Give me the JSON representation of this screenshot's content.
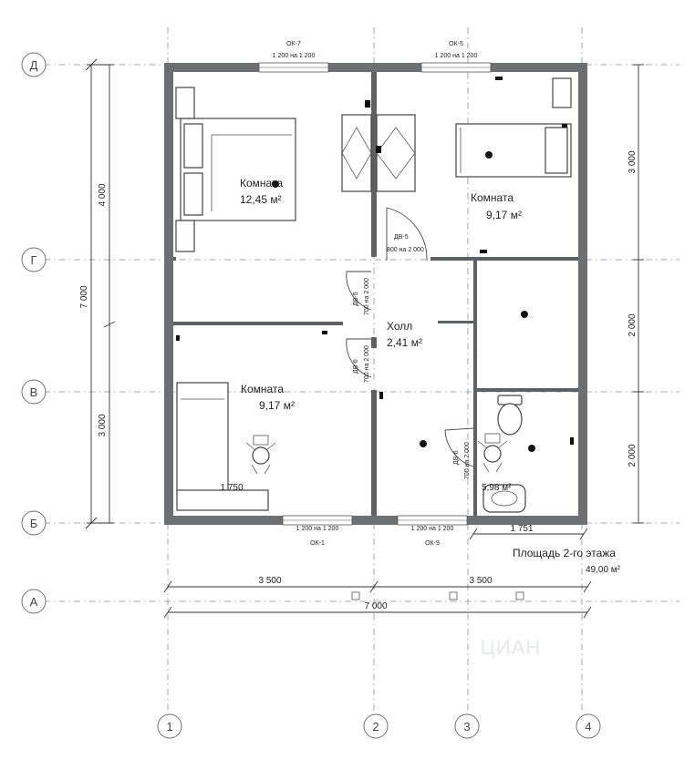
{
  "axes": {
    "letters": [
      "Д",
      "Г",
      "В",
      "Б",
      "А"
    ],
    "numbers": [
      "1",
      "2",
      "3",
      "4"
    ]
  },
  "rooms": [
    {
      "name": "Комната",
      "area": "12,45 м²"
    },
    {
      "name": "Комната",
      "area": "9,17 м²"
    },
    {
      "name": "Холл",
      "area": "2,41 м²"
    },
    {
      "name": "Комната",
      "area": "9,17 м²"
    },
    {
      "name": "",
      "area": "5,98 м²"
    }
  ],
  "windows": {
    "top_left": {
      "mark": "ОК-7",
      "size": "1 200 на 1 200"
    },
    "top_right": {
      "mark": "ОК-5",
      "size": "1 200 на 1 200"
    },
    "bottom_left": {
      "mark": "ОК-1",
      "size": "1 200 на 1 200"
    },
    "bottom_right": {
      "mark": "ОК-9",
      "size": "1 200 на 1 200"
    }
  },
  "doors": {
    "dv5_top": {
      "mark": "ДВ-5",
      "size": "800 на 2 000"
    },
    "dv5_mid": {
      "mark": "ДВ-5",
      "size": "700 на 2 000"
    },
    "dv6_mid": {
      "mark": "ДВ-6",
      "size": "700 на 2 000"
    },
    "dv6_bath": {
      "mark": "ДВ-6",
      "size": "700 на 2 000"
    }
  },
  "dimensions": {
    "left_total": "7 000",
    "left_upper": "4 000",
    "left_lower": "3 000",
    "right_upper": "3 000",
    "right_mid": "2 000",
    "right_lower": "2 000",
    "bottom_left": "3 500",
    "bottom_right": "3 500",
    "bottom_total": "7 000",
    "bath_width": "1 751",
    "bed_dim": "1 750"
  },
  "floor_area": {
    "label": "Площадь 2-го этажа",
    "value": "49,00 м²"
  },
  "watermark": "ЦИАН"
}
